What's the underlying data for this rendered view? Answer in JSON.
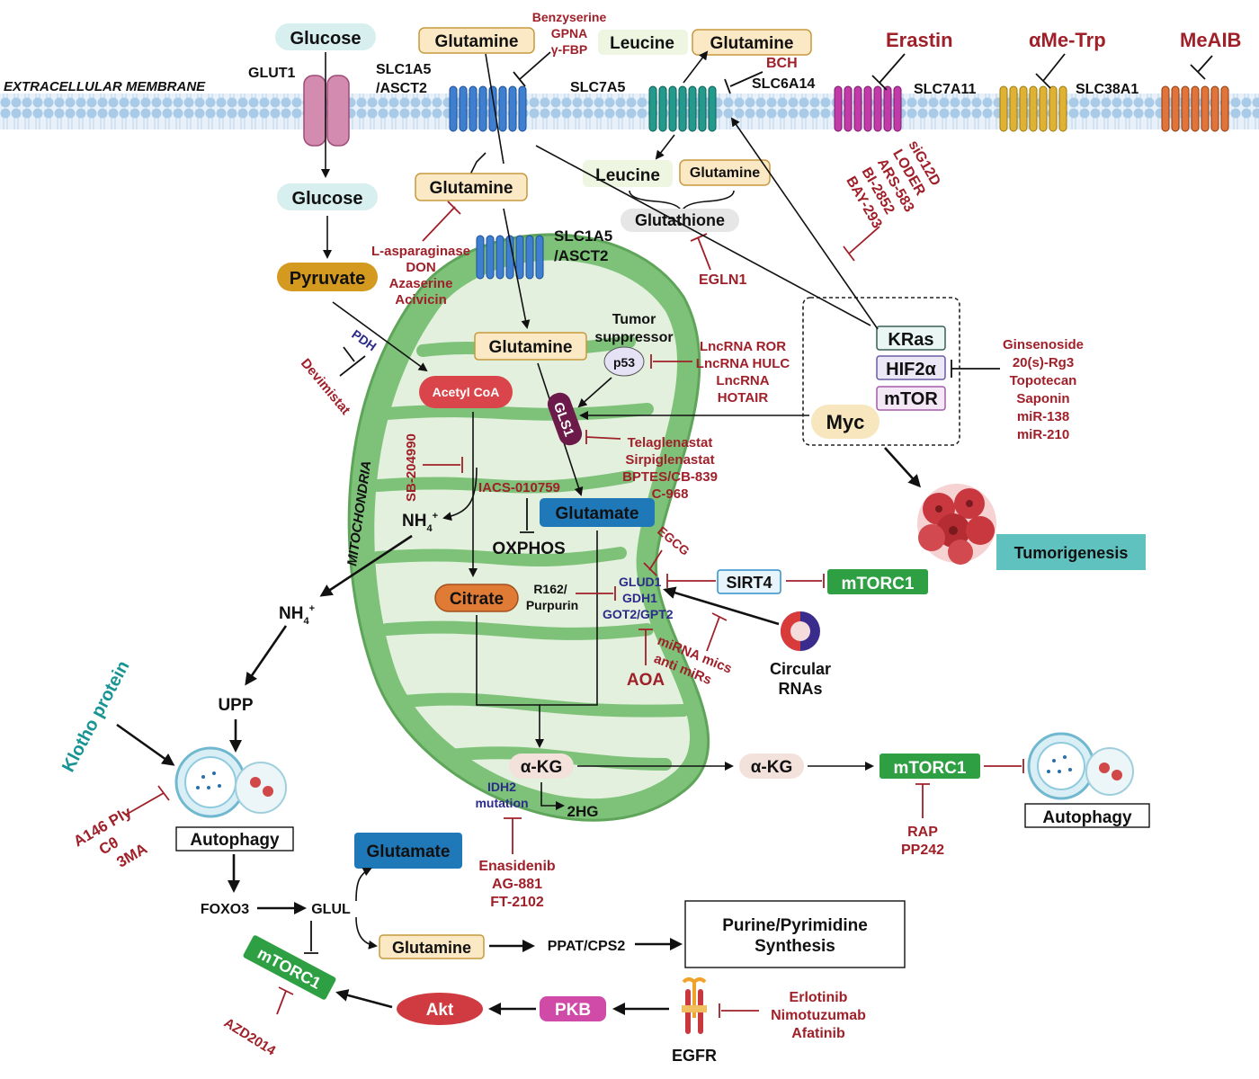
{
  "membrane": {
    "label": "EXTRACELLULAR MEMBRANE"
  },
  "top": {
    "glucose_out": "Glucose",
    "glut1": "GLUT1",
    "glucose_in": "Glucose",
    "slc1a5": "SLC1A5",
    "asct2": "/ASCT2",
    "glutamine_out": "Glutamine",
    "slc1a5_drugs": [
      "Benzyserine",
      "GPNA",
      "γ-FBP"
    ],
    "leucine_out": "Leucine",
    "glutamine_out2": "Glutamine",
    "bch": "BCH",
    "slc6a14": "SLC6A14",
    "slc7a5": "SLC7A5",
    "erastin": "Erastin",
    "slc7a11": "SLC7A11",
    "ame_trp": "αMe-Trp",
    "slc38a1": "SLC38A1",
    "meaib": "MeAIB",
    "leucine_in": "Leucine",
    "glutamine_in2": "Glutamine",
    "glutathione": "Glutathione",
    "egln1": "EGLN1",
    "kras_drugs": [
      "siG12D",
      "LODER",
      "ARS-583",
      "BI-2852",
      "BAY-293"
    ]
  },
  "mito": {
    "label": "MITOCHONDRIA",
    "glutamine_cyto": "Glutamine",
    "glutamine_drugs": [
      "L-asparaginase",
      "DON",
      "Azaserine",
      "Acivicin"
    ],
    "slc1a5": "SLC1A5",
    "asct2": "/ASCT2",
    "pyruvate": "Pyruvate",
    "pdh": "PDH",
    "devimistat": "Devimistat",
    "acetyl_coa": "Acetyl CoA",
    "glutamine": "Glutamine",
    "tumor_suppressor": [
      "Tumor",
      "suppressor"
    ],
    "p53": "p53",
    "lnc_drugs": [
      "LncRNA ROR",
      "LncRNA HULC",
      "LncRNA",
      "HOTAIR"
    ],
    "gls1": "GLS1",
    "gls_drugs": [
      "Telaglenastat",
      "Sirpiglenastat",
      "BPTES/CB-839",
      "C-968"
    ],
    "sb": "SB-204990",
    "iacs": "IACS-010759",
    "oxphos": "OXPHOS",
    "nh4": "NH",
    "glutamate": "Glutamate",
    "egcg": "EGCG",
    "citrate": "Citrate",
    "r162": [
      "R162/",
      "Purpurin"
    ],
    "glud": [
      "GLUD1",
      "GDH1",
      "GOT2/GPT2"
    ],
    "aoa": "AOA",
    "mirna": [
      "miRNA mics",
      "anti miRs"
    ],
    "akg": "α-KG",
    "idh2": [
      "IDH2",
      "mutation"
    ],
    "hg2": "2HG",
    "idh_drugs": [
      "Enasidenib",
      "AG-881",
      "FT-2102"
    ]
  },
  "right": {
    "kras": "KRas",
    "hif2a": "HIF2α",
    "mtor": "mTOR",
    "myc": "Myc",
    "hif_drugs": [
      "Ginsenoside",
      "20(s)-Rg3",
      "Topotecan",
      "Saponin",
      "miR-138",
      "miR-210"
    ],
    "tumorigenesis": "Tumorigenesis",
    "sirt4": "SIRT4",
    "mtorc1_a": "mTORC1",
    "circular_rnas": [
      "Circular",
      "RNAs"
    ],
    "akg2": "α-KG",
    "mtorc1_b": "mTORC1",
    "rap": [
      "RAP",
      "PP242"
    ],
    "autophagy_r": "Autophagy"
  },
  "left": {
    "nh4": "NH",
    "upp": "UPP",
    "klotho": "Klotho protein",
    "autophagy_l": "Autophagy",
    "auto_drugs": [
      "A146 Ply",
      "Cθ",
      "3MA"
    ],
    "foxo3": "FOXO3",
    "glul": "GLUL",
    "glutamate": "Glutamate",
    "glutamine": "Glutamine",
    "ppat": "PPAT/CPS2",
    "synthesis": [
      "Purine/Pyrimidine",
      "Synthesis"
    ],
    "mtorc1": "mTORC1",
    "azd": "AZD2014",
    "akt": "Akt",
    "pkb": "PKB",
    "egfr": "EGFR",
    "egfr_drugs": [
      "Erlotinib",
      "Nimotuzumab",
      "Afatinib"
    ]
  },
  "colors": {
    "mito_fill": "#7ec27a",
    "mito_inner": "#e3f0dd",
    "drug_red": "#a0202a",
    "enzyme_blue": "#2b2b8a",
    "teal": "#199494"
  }
}
